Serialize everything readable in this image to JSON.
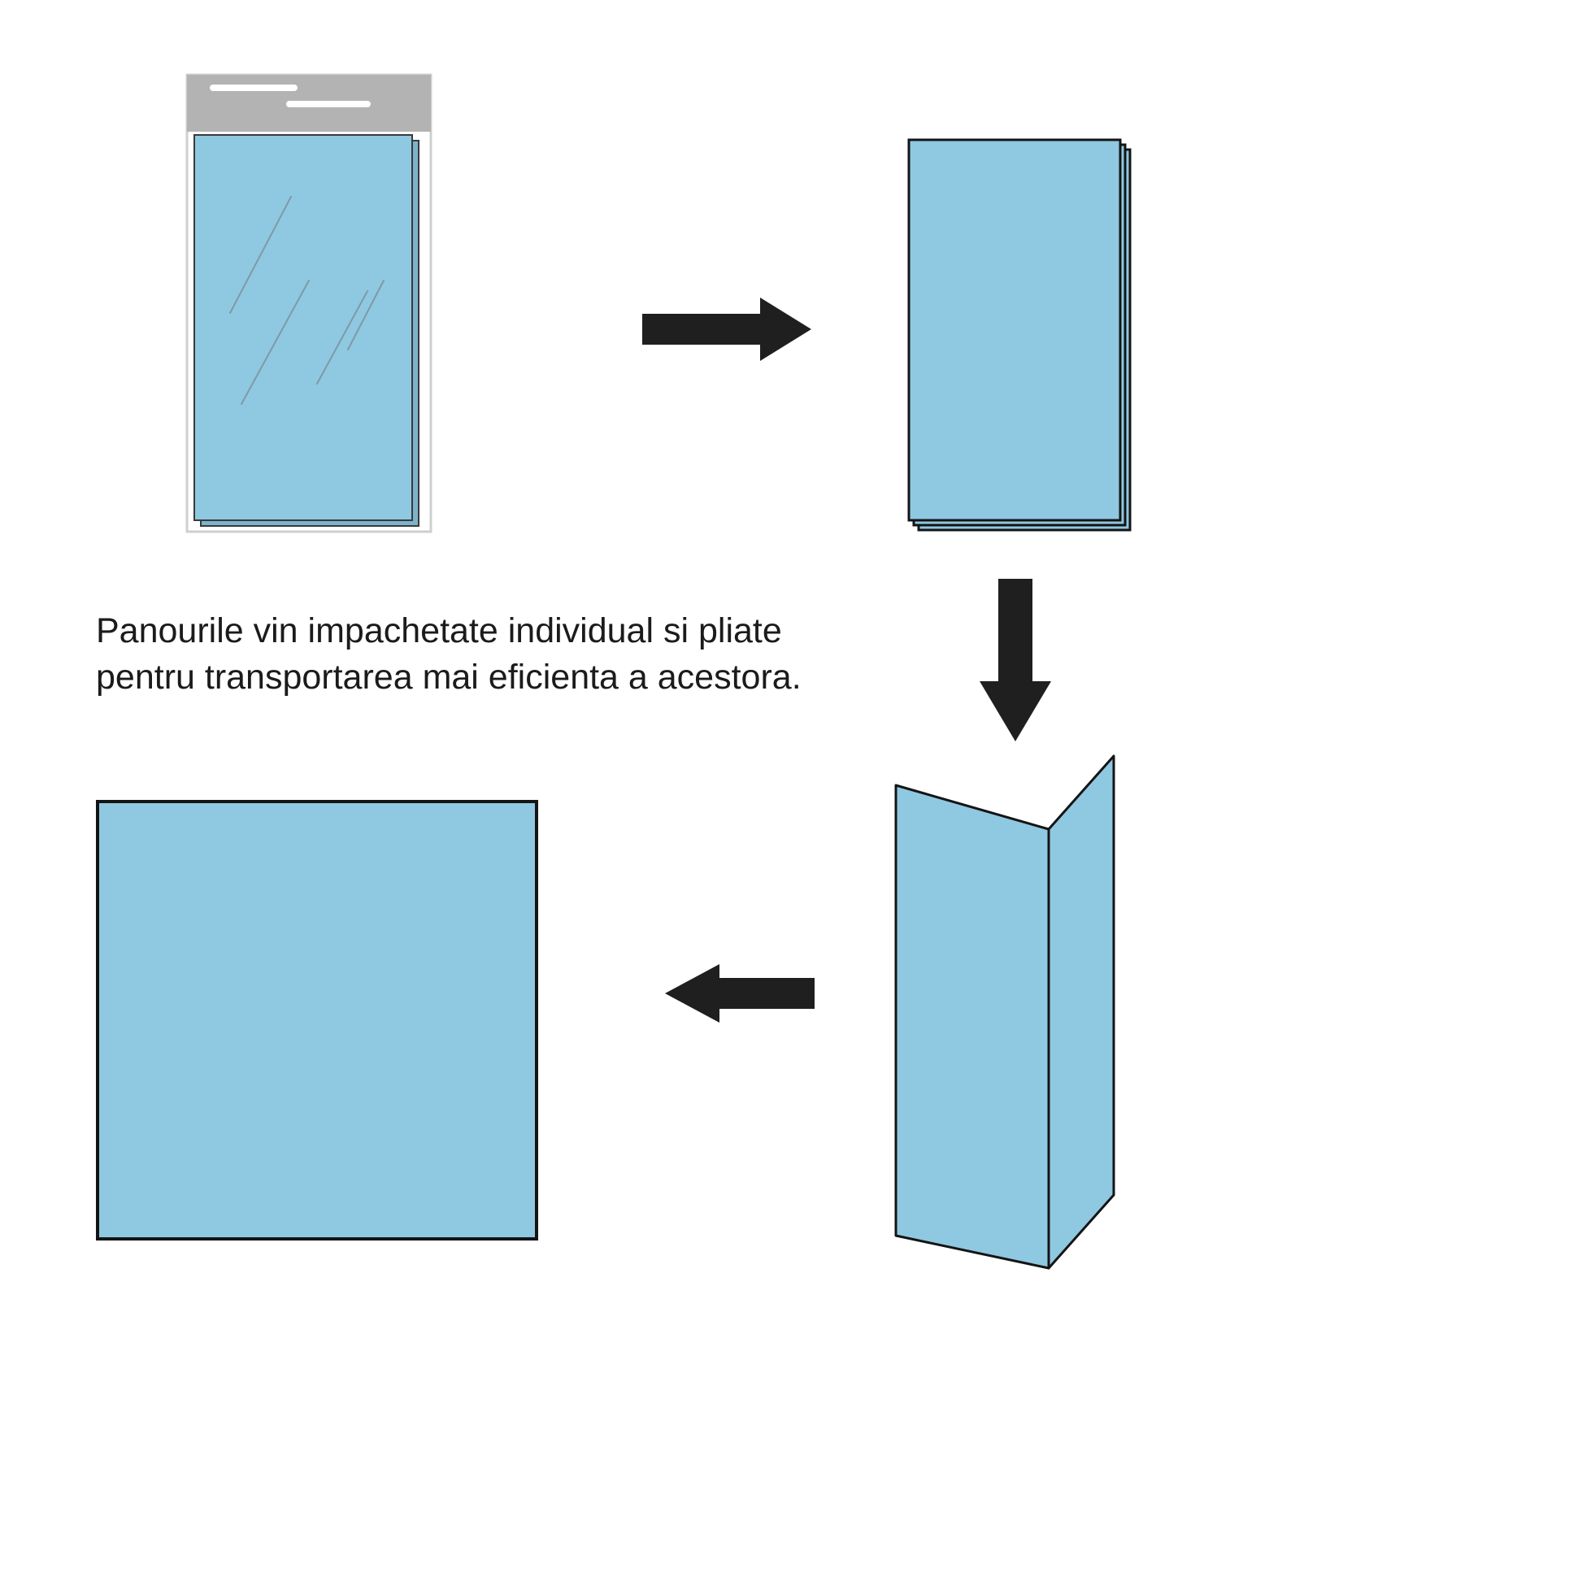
{
  "caption": {
    "line1": "Panourile vin impachetate individual si pliate",
    "line2": "pentru transportarea mai eficienta a acestora."
  },
  "colors": {
    "background": "#FFFFFF",
    "panel_blue": "#8FC8E1",
    "panel_blue_shade": "#7DB3CC",
    "package_gray": "#B3B3B3",
    "package_outline": "#CFCFCF",
    "panel_outline": "#3A3A3A",
    "outline_black": "#141414",
    "arrow_black": "#1F1F1F",
    "gloss_line": "#7D9AA8",
    "text_color": "#1B1B1B"
  },
  "shapes": {
    "packaged_panel": "panel wrapped individually in a plastic package",
    "folded_panel": "panel folded flat (stacked leaves)",
    "unfolding_panel": "panel partially unfolded",
    "unfolded_panel": "panel fully unfolded (open square)",
    "arrow_right": "right arrow",
    "arrow_down": "down arrow",
    "arrow_left": "left arrow"
  }
}
